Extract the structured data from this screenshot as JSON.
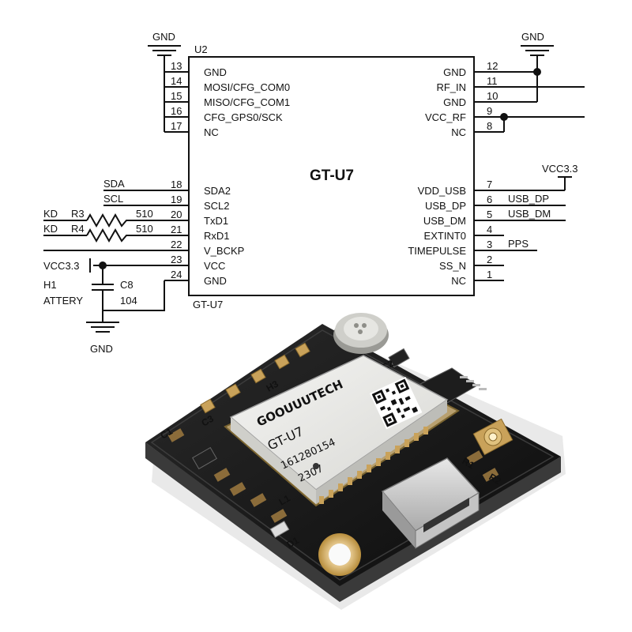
{
  "schematic": {
    "ic_ref": "U2",
    "ic_name": "GT-U7",
    "ic_footer": "GT-U7",
    "gnd_label": "GND",
    "left_pins": [
      {
        "num": "13",
        "name": "GND"
      },
      {
        "num": "14",
        "name": "MOSI/CFG_COM0"
      },
      {
        "num": "15",
        "name": "MISO/CFG_COM1"
      },
      {
        "num": "16",
        "name": "CFG_GPS0/SCK"
      },
      {
        "num": "17",
        "name": "NC"
      },
      {
        "num": "18",
        "name": "SDA2"
      },
      {
        "num": "19",
        "name": "SCL2"
      },
      {
        "num": "20",
        "name": "TxD1"
      },
      {
        "num": "21",
        "name": "RxD1"
      },
      {
        "num": "22",
        "name": "V_BCKP"
      },
      {
        "num": "23",
        "name": "VCC"
      },
      {
        "num": "24",
        "name": "GND"
      }
    ],
    "right_pins": [
      {
        "num": "12",
        "name": "GND"
      },
      {
        "num": "11",
        "name": "RF_IN"
      },
      {
        "num": "10",
        "name": "GND"
      },
      {
        "num": "9",
        "name": "VCC_RF"
      },
      {
        "num": "8",
        "name": "NC"
      },
      {
        "num": "7",
        "name": "VDD_USB"
      },
      {
        "num": "6",
        "name": "USB_DP"
      },
      {
        "num": "5",
        "name": "USB_DM"
      },
      {
        "num": "4",
        "name": "EXTINT0"
      },
      {
        "num": "3",
        "name": "TIMEPULSE"
      },
      {
        "num": "2",
        "name": "SS_N"
      },
      {
        "num": "1",
        "name": "NC"
      }
    ],
    "nets": {
      "sda": "SDA",
      "scl": "SCL",
      "kd1": "KD",
      "kd2": "KD",
      "r3": "R3",
      "r4": "R4",
      "r3_val": "510",
      "r4_val": "510",
      "vcc_left": "VCC3.3",
      "vcc_right": "VCC3.3",
      "usb_dp": "USB_DP",
      "usb_dm": "USB_DM",
      "pps": "PPS",
      "h1": "H1",
      "battery": "ATTERY",
      "c8": "C8",
      "c8_val": "104"
    }
  },
  "board": {
    "module_brand": "GOOUUUTECH",
    "module_model": "GT-U7",
    "module_serial": "161280154",
    "module_code": "2307",
    "silk": [
      "C1",
      "C2",
      "C3",
      "H3",
      "R1",
      "R2",
      "D1",
      "L1"
    ]
  }
}
